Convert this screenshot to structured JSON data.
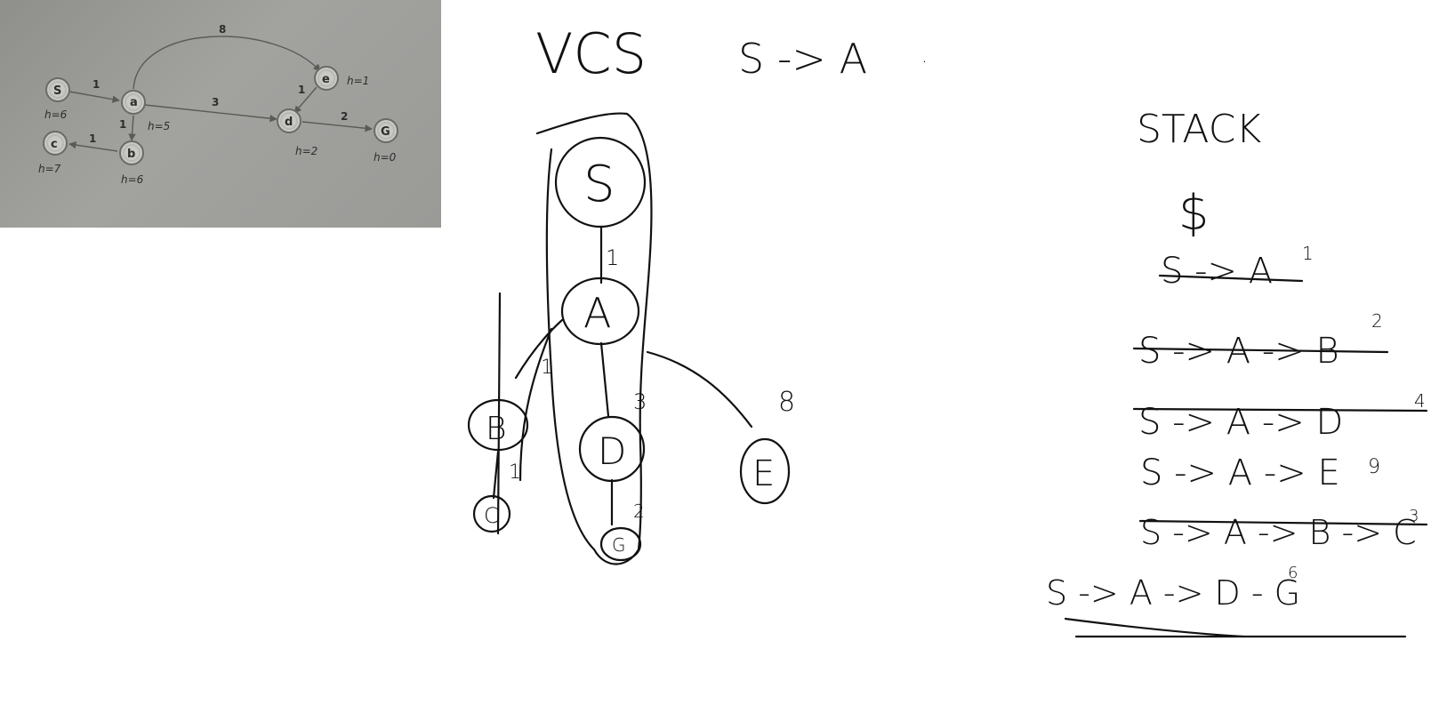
{
  "photo_graph": {
    "nodes": [
      {
        "id": "S",
        "label": "S",
        "heuristic": "h=6"
      },
      {
        "id": "a",
        "label": "a",
        "heuristic": "h=5"
      },
      {
        "id": "b",
        "label": "b",
        "heuristic": "h=6"
      },
      {
        "id": "c",
        "label": "c",
        "heuristic": "h=7"
      },
      {
        "id": "d",
        "label": "d",
        "heuristic": "h=2"
      },
      {
        "id": "e",
        "label": "e",
        "heuristic": "h=1"
      },
      {
        "id": "G",
        "label": "G",
        "heuristic": "h=0"
      }
    ],
    "edges": [
      {
        "from": "S",
        "to": "a",
        "weight": "1"
      },
      {
        "from": "a",
        "to": "e",
        "weight": "8"
      },
      {
        "from": "a",
        "to": "d",
        "weight": "3"
      },
      {
        "from": "a",
        "to": "b",
        "weight": "1"
      },
      {
        "from": "b",
        "to": "c",
        "weight": "1"
      },
      {
        "from": "e",
        "to": "d",
        "weight": "1"
      },
      {
        "from": "d",
        "to": "G",
        "weight": "2"
      }
    ]
  },
  "sketch": {
    "title": "VCS",
    "subtitle": "S -> A",
    "subtitle_dot": ".",
    "tree_nodes": {
      "s": "S",
      "a": "A",
      "b": "B",
      "c": "C",
      "d": "D",
      "e": "E",
      "g": "G"
    },
    "tree_weights": {
      "sa": "1",
      "ab": "1",
      "ad": "3",
      "ae": "8",
      "bc": "1",
      "dg": "2"
    },
    "stack_title": "STACK",
    "stack_bottom": "$",
    "stack_entries": [
      {
        "path": "S -> A",
        "cost": "1",
        "crossed": true
      },
      {
        "path": "S -> A -> B",
        "cost": "2",
        "crossed": true
      },
      {
        "path": "S -> A -> D",
        "cost": "4",
        "crossed": true
      },
      {
        "path": "S -> A -> E",
        "cost": "9",
        "crossed": false
      },
      {
        "path": "S -> A -> B -> C",
        "cost": "3",
        "crossed": true
      },
      {
        "path": "S -> A -> D - G",
        "cost": "6",
        "crossed": false
      }
    ]
  }
}
